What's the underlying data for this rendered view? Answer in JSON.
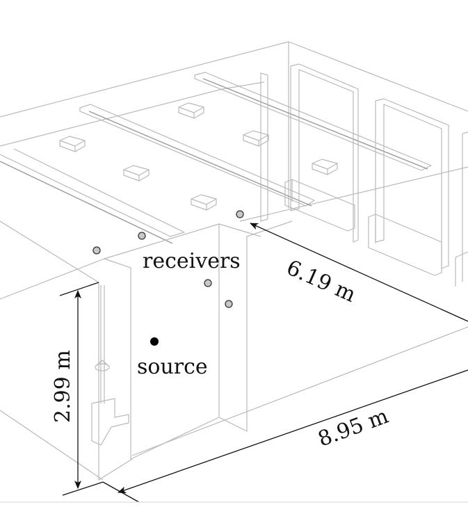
{
  "figure": {
    "labels": {
      "receivers": "receivers",
      "source": "source"
    },
    "dimensions": {
      "height": "2.99 m",
      "depth": "6.19 m",
      "length": "8.95 m"
    },
    "legend_markers": {
      "source": {
        "label": "source",
        "color": "#000000"
      },
      "receiver": {
        "label": "receivers",
        "fill": "#c8c8c8",
        "stroke": "#333333"
      }
    },
    "receiver_count": 5,
    "source_count": 1
  }
}
